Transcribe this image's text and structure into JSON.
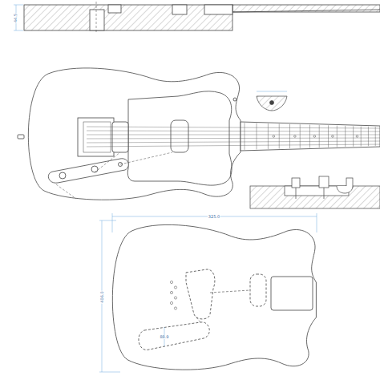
{
  "diagram": {
    "labels": [
      "44.5",
      "325.0",
      "406.0",
      "88.9"
    ]
  }
}
